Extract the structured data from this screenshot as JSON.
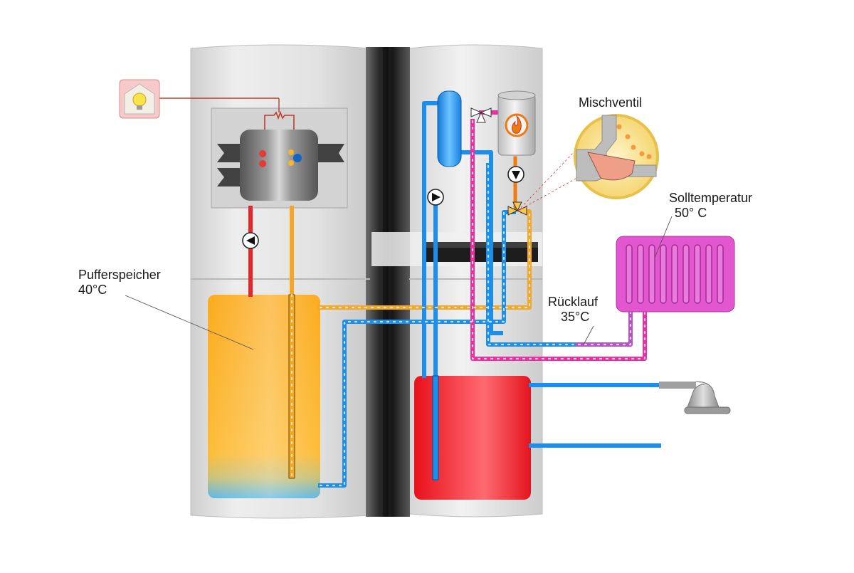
{
  "labels": {
    "buffer_name": "Pufferspeicher",
    "buffer_temp": "40°C",
    "mixing_valve": "Mischventil",
    "target_name": "Solltemperatur",
    "target_temp": "50° C",
    "return_name": "Rücklauf",
    "return_temp": "35°C"
  },
  "colors": {
    "hot_pipe": "#e8262a",
    "warm_pipe": "#f5a623",
    "cold_pipe": "#1a8ff0",
    "heating_pipe": "#ec2fa0",
    "buffer_tank": "#fbb12a",
    "dhw_tank": "#f0252e",
    "radiator": "#e257cf",
    "burner_flame": "#f07a10"
  },
  "icons": {
    "room_light": "light-bulb-icon",
    "pump": "circulation-pump-icon",
    "valve": "three-way-valve-icon",
    "burner": "flame-icon",
    "shower": "shower-head-icon"
  }
}
